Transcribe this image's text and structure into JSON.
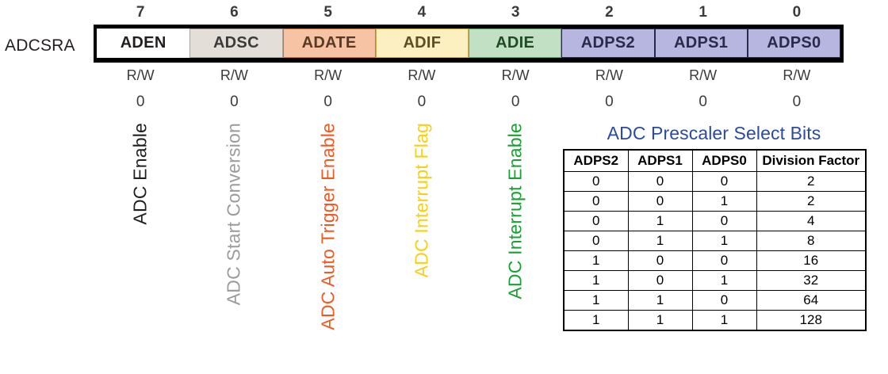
{
  "register": {
    "name": "ADCSRA",
    "bits": [
      {
        "index": "7",
        "name": "ADEN",
        "access": "R/W",
        "reset": "0",
        "description": "ADC Enable",
        "fill": "#ffffff",
        "border": "#ffffff",
        "text_color": "#231f20",
        "label_color": "#231f20"
      },
      {
        "index": "6",
        "name": "ADSC",
        "access": "R/W",
        "reset": "0",
        "description": "ADC Start Conversion",
        "fill": "#e3ded7",
        "border": "#a9a49c",
        "text_color": "#3b3b3b",
        "label_color": "#9b9b9b"
      },
      {
        "index": "5",
        "name": "ADATE",
        "access": "R/W",
        "reset": "0",
        "description": "ADC Auto Trigger Enable",
        "fill": "#f6c4a4",
        "border": "#c07a44",
        "text_color": "#5a3a24",
        "label_color": "#f05a22"
      },
      {
        "index": "4",
        "name": "ADIF",
        "access": "R/W",
        "reset": "0",
        "description": "ADC Interrupt Flag",
        "fill": "#fcefc0",
        "border": "#c9ae55",
        "text_color": "#5a5020",
        "label_color": "#f9cf16"
      },
      {
        "index": "3",
        "name": "ADIE",
        "access": "R/W",
        "reset": "0",
        "description": "ADC Interrupt Enable",
        "fill": "#c2e0c4",
        "border": "#6aa26e",
        "text_color": "#214a26",
        "label_color": "#19a033"
      },
      {
        "index": "2",
        "name": "ADPS2",
        "access": "R/W",
        "reset": "0",
        "description": "",
        "fill": "#b6b6e0",
        "border": "#2a2a4a",
        "text_color": "#2a2a4a",
        "label_color": "#2b4aa0"
      },
      {
        "index": "1",
        "name": "ADPS1",
        "access": "R/W",
        "reset": "0",
        "description": "",
        "fill": "#b6b6e0",
        "border": "#2a2a4a",
        "text_color": "#2a2a4a",
        "label_color": "#2b4aa0"
      },
      {
        "index": "0",
        "name": "ADPS0",
        "access": "R/W",
        "reset": "0",
        "description": "",
        "fill": "#b6b6e0",
        "border": "#2a2a4a",
        "text_color": "#2a2a4a",
        "label_color": "#2b4aa0"
      }
    ]
  },
  "prescaler": {
    "title": "ADC Prescaler Select Bits",
    "title_color": "#2b4aa0",
    "columns": [
      "ADPS2",
      "ADPS1",
      "ADPS0",
      "Division Factor"
    ],
    "rows": [
      [
        "0",
        "0",
        "0",
        "2"
      ],
      [
        "0",
        "0",
        "1",
        "2"
      ],
      [
        "0",
        "1",
        "0",
        "4"
      ],
      [
        "0",
        "1",
        "1",
        "8"
      ],
      [
        "1",
        "0",
        "0",
        "16"
      ],
      [
        "1",
        "0",
        "1",
        "32"
      ],
      [
        "1",
        "1",
        "0",
        "64"
      ],
      [
        "1",
        "1",
        "1",
        "128"
      ]
    ]
  }
}
